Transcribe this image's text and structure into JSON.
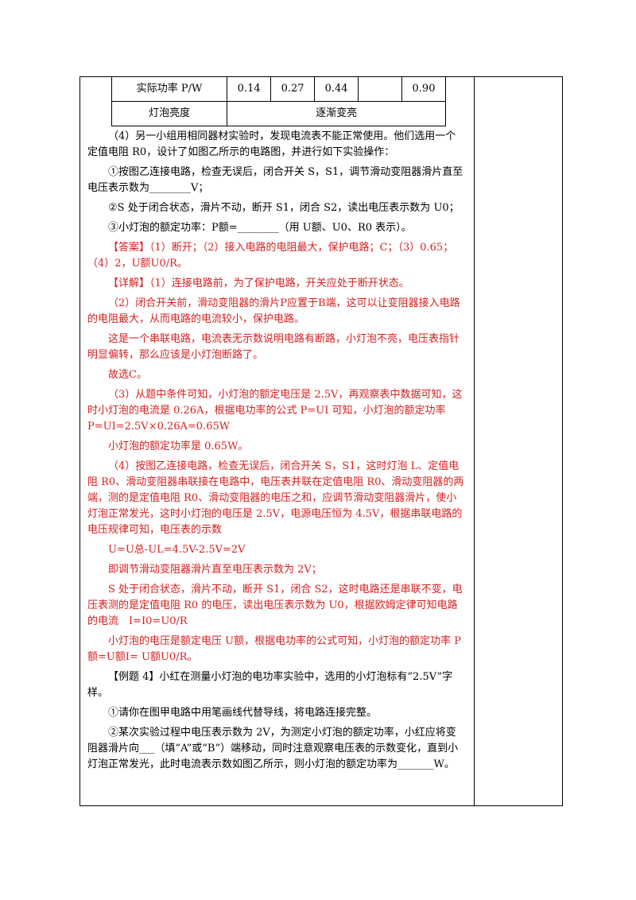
{
  "table": {
    "row1": {
      "header": "实际功率 P/W",
      "values": [
        "0.14",
        "0.27",
        "0.44",
        "",
        "0.90"
      ]
    },
    "row2": {
      "header": "灯泡亮度",
      "value": "逐渐变亮"
    }
  },
  "paragraphs": {
    "q4_intro": "（4）另一小组用相同器材实验时，发现电流表不能正常使用。他们选用一个定值电阻 R0，设计了如图乙所示的电路图，并进行如下实验操作：",
    "step1": "①按图乙连接电路，检查无误后，闭合开关 S，S1，调节滑动变阻器滑片直至电压表示数为________V；",
    "step2": "②S 处于闭合状态，滑片不动，断开 S1，闭合 S2，读出电压表示数为 U0；",
    "step3": "③小灯泡的额定功率：P额=________（用 U额、U0、R0 表示）。",
    "answer": "【答案】（1）断开；（2）接入电路的电阻最大，保护电路；C；（3）0.65；（4）2，U额U0/R。",
    "d1": "【详解】（1）连接电路前，为了保护电路，开关应处于断开状态。",
    "d2": "（2）闭合开关前，滑动变阻器的滑片P应置于B端，这可以让变阻器接入电路的电阻最大，从而电路的电流较小，保护电路。",
    "d3": "这是一个串联电路，电流表无示数说明电路有断路，小灯泡不亮，电压表指针明显偏转，那么应该是小灯泡断路了。",
    "d4": "故选C。",
    "d5": "（3）从题中条件可知，小灯泡的额定电压是 2.5V，再观察表中数据可知，这时小灯泡的电流是 0.26A，根据电功率的公式 P=UI 可知，小灯泡的额定功率 P=UI=2.5V×0.26A=0.65W",
    "d6": "小灯泡的额定功率是 0.65W。",
    "d7": "（4）按图乙连接电路，检查无误后，闭合开关 S，S1，这时灯泡 L、定值电阻 R0、滑动变阻器串联接在电路中，电压表并联在定值电阻 R0、滑动变阻器的两端，测的是定值电阻 R0、滑动变阻器的电压之和，应调节滑动变阻器滑片，使小灯泡正常发光，这时小灯泡的电压是 2.5V，电源电压恒为 4.5V，根据串联电路的电压规律可知，电压表的示数",
    "d8": "U=U总-UL=4.5V-2.5V=2V",
    "d9": "即调节滑动变阻器滑片直至电压表示数为 2V；",
    "d10": "S 处于闭合状态，滑片不动，断开 S1，闭合 S2，这时电路还是串联不变，电压表测的是定值电阻 R0 的电压，读出电压表示数为 U0，根据欧姆定律可知电路的电流　I=I0=U0/R",
    "d11": "小灯泡的电压是额定电压 U额，根据电功率的公式可知，小灯泡的额定功率 P额=U额I= U额U0/R。",
    "ex4_intro": "【例题 4】小红在测量小灯泡的电功率实验中，选用的小灯泡标有“2.5V”字样。",
    "ex4_q1": "①请你在图甲电路中用笔画线代替导线，将电路连接完整。",
    "ex4_q2": "②某次实验过程中电压表示数为 2V，为测定小灯泡的额定功率，小红应将变阻器滑片向___（填“A”或“B”）端移动，同时注意观察电压表的示数变化，直到小灯泡正常发光，此时电流表示数如图乙所示，则小灯泡的额定功率为_______W。"
  },
  "colors": {
    "answer_red": "#d81e1e",
    "text": "#000000"
  }
}
